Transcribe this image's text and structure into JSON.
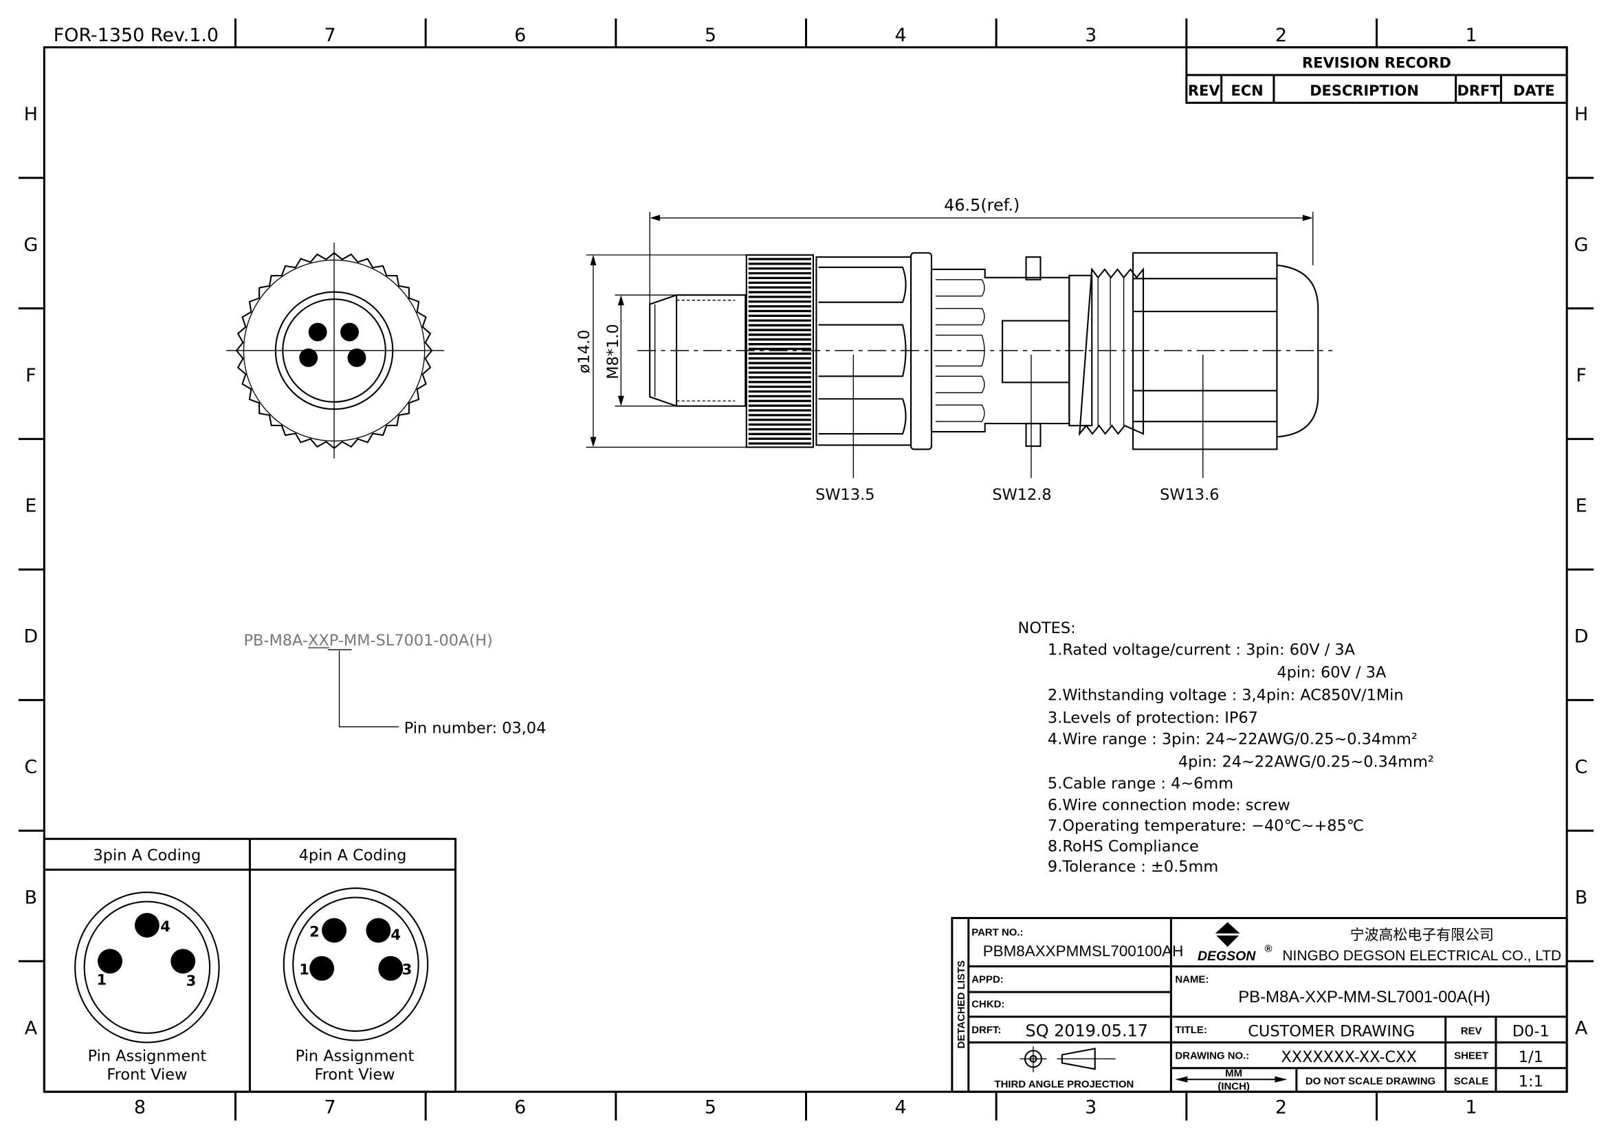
{
  "sheet": {
    "form_id": "FOR-1350 Rev.1.0",
    "columns_top": [
      "7",
      "6",
      "5",
      "4",
      "3",
      "2",
      "1"
    ],
    "columns_bottom": [
      "8",
      "7",
      "6",
      "5",
      "4",
      "3",
      "2",
      "1"
    ],
    "rows": [
      "H",
      "G",
      "F",
      "E",
      "D",
      "C",
      "B",
      "A"
    ]
  },
  "revision_record": {
    "title": "REVISION RECORD",
    "headers": [
      "REV",
      "ECN",
      "DESCRIPTION",
      "DRFT",
      "DATE"
    ]
  },
  "side_view": {
    "overall_length": "46.5(ref.)",
    "diameter": "ø14.0",
    "thread": "M8*1.0",
    "wrench_sizes": [
      "SW13.5",
      "SW12.8",
      "SW13.6"
    ]
  },
  "part_code": {
    "prefix": "PB-M8A-",
    "variable": "XX",
    "suffix": "P-MM-SL7001-00A(H)",
    "pin_number_label": "Pin number: 03,04"
  },
  "notes": {
    "title": "NOTES:",
    "lines": [
      "1.Rated  voltage/current  :  3pin: 60V  /  3A",
      "4pin: 60V  /  3A",
      "2.Withstanding  voltage  :  3,4pin: AC850V/1Min",
      "3.Levels  of  protection: IP67",
      "4.Wire  range  :  3pin: 24~22AWG/0.25~0.34mm²",
      "4pin: 24~22AWG/0.25~0.34mm²",
      "5.Cable  range  : 4~6mm",
      "6.Wire  connection  mode: screw",
      "7.Operating  temperature: −40℃~+85℃",
      "8.RoHS  Compliance",
      "9.Tolerance  : ±0.5mm"
    ]
  },
  "pin_coding": [
    {
      "title": "3pin  A  Coding",
      "caption1": "Pin  Assignment",
      "caption2": "Front  View",
      "pins": [
        "4",
        "1",
        "3"
      ]
    },
    {
      "title": "4pin  A  Coding",
      "caption1": "Pin  Assignment",
      "caption2": "Front  View",
      "pins": [
        "2",
        "4",
        "1",
        "3"
      ]
    }
  ],
  "title_block": {
    "side_label": "DETACHED  LISTS",
    "part_no_label": "PART NO.:",
    "part_no": "PBM8AXXPMMSL700100AH",
    "company_cn": "宁波高松电子有限公司",
    "company_en": "NINGBO DEGSON ELECTRICAL CO., LTD",
    "logo_text": "DEGSON",
    "appd_label": "APPD:",
    "chkd_label": "CHKD:",
    "drft_label": "DRFT:",
    "drft_value": "SQ  2019.05.17",
    "name_label": "NAME:",
    "name_value": "PB-M8A-XXP-MM-SL7001-00A(H)",
    "title_label": "TITLE:",
    "title_value": "CUSTOMER  DRAWING",
    "rev_label": "REV",
    "rev_value": "D0-1",
    "drawing_no_label": "DRAWING NO.:",
    "drawing_no_value": "XXXXXXX-XX-CXX",
    "sheet_label": "SHEET",
    "sheet_value": "1/1",
    "projection_label": "THIRD  ANGLE  PROJECTION",
    "unit_top": "MM",
    "unit_bottom": "(INCH)",
    "no_scale": "DO NOT SCALE DRAWING",
    "scale_label": "SCALE",
    "scale_value": "1:1"
  }
}
